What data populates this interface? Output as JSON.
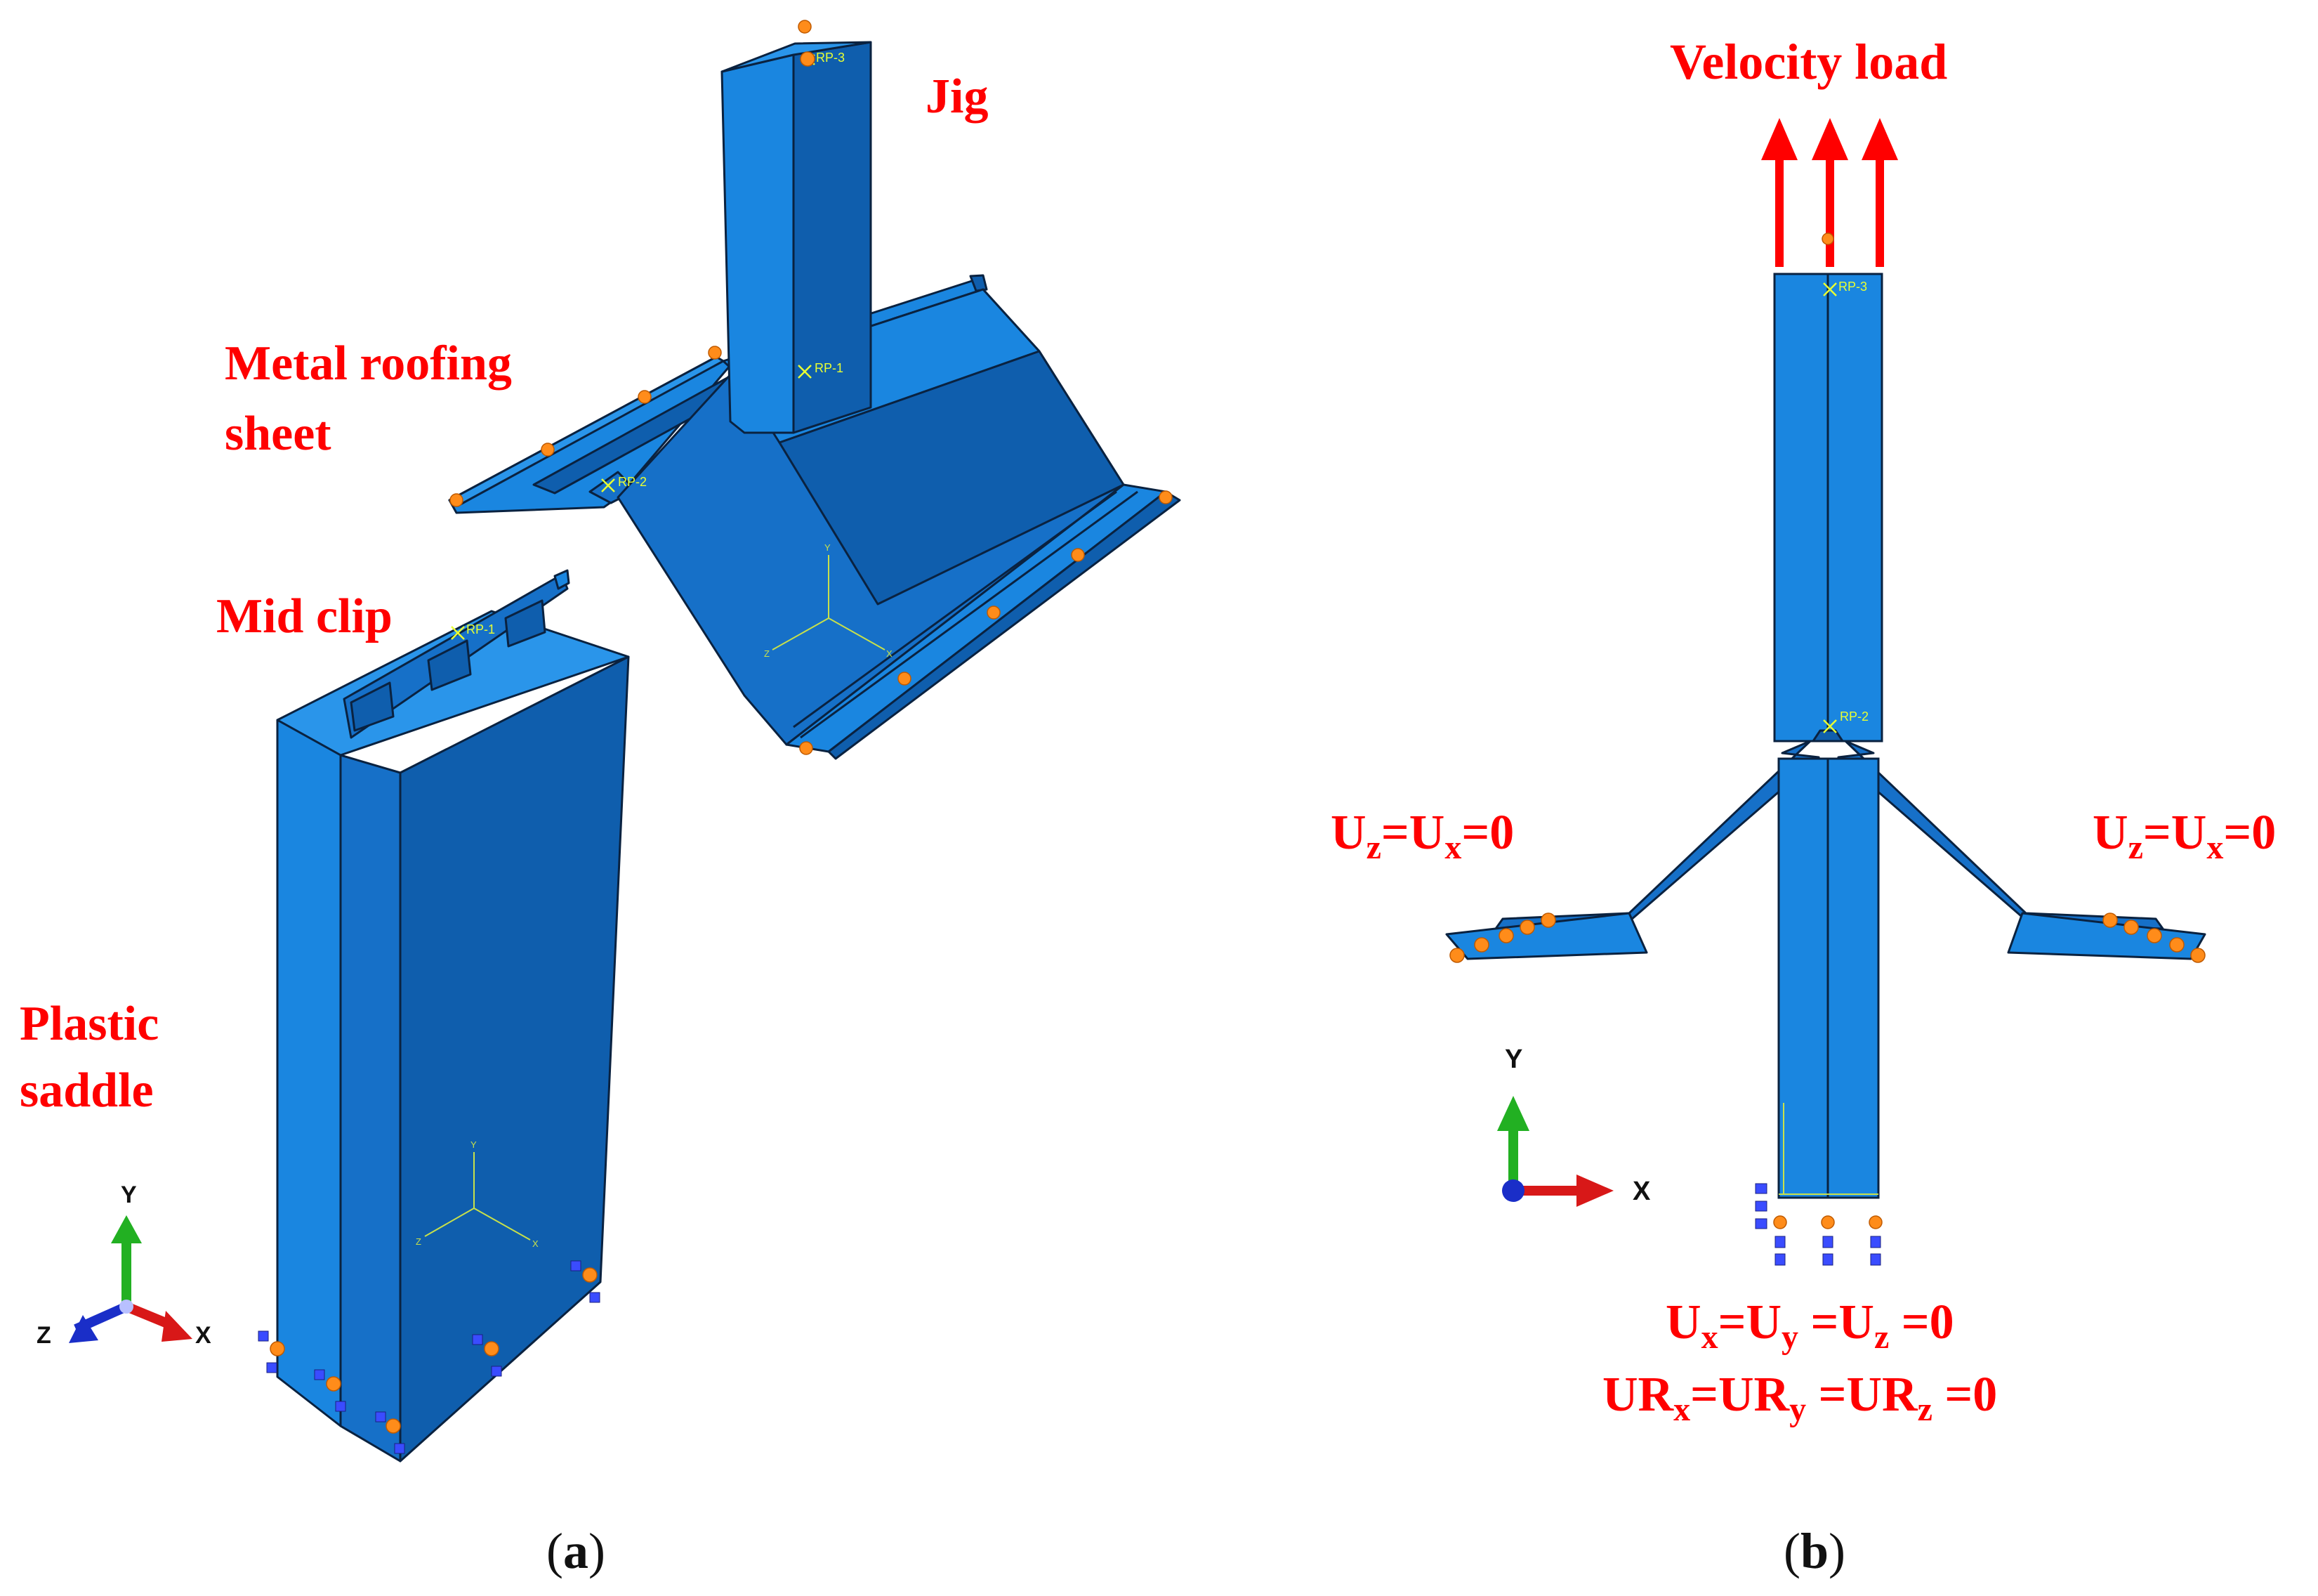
{
  "panel_a": {
    "labels": {
      "jig": "Jig",
      "roof_line1": "Metal roofing",
      "roof_line2": "sheet",
      "clip": "Mid clip",
      "saddle_line1": "Plastic",
      "saddle_line2": "saddle"
    },
    "reference_points": {
      "rp1_jig": "RP-1",
      "rp2": "RP-2",
      "rp3": "RP-3",
      "rp1_clip": "RP-1"
    },
    "triad": {
      "y": "Y",
      "z": "Z",
      "x": "X"
    },
    "caption": {
      "open": "(",
      "letter": "a",
      "close": ")"
    }
  },
  "panel_b": {
    "load_label": "Velocity load",
    "bc_left": {
      "a": "U",
      "a_sub": "z",
      "b": "=U",
      "b_sub": "x",
      "c": "=0"
    },
    "bc_right": {
      "a": "U",
      "a_sub": "z",
      "b": "=U",
      "b_sub": "x",
      "c": "=0"
    },
    "bc_bottom1": {
      "a": "U",
      "a_sub": "x",
      "b": "=U",
      "b_sub": "y",
      "c": " =U",
      "c_sub": "z",
      "d": " =0"
    },
    "bc_bottom2": {
      "a": "UR",
      "a_sub": "x",
      "b": "=UR",
      "b_sub": "y",
      "c": " =UR",
      "c_sub": "z",
      "d": " =0"
    },
    "reference_points": {
      "rp3": "RP-3",
      "rp2": "RP-2"
    },
    "triad": {
      "y": "Y",
      "x": "X"
    },
    "caption": {
      "open": "(",
      "letter": "b",
      "close": ")"
    }
  },
  "colors": {
    "part_light": "#1a86e0",
    "part_mid": "#1670c8",
    "part_dark": "#0f5ead",
    "edge": "#0a2240",
    "label": "#ff0000",
    "bc_symbol": "#ff8c1a",
    "fixed_symbol": "#3a4cff"
  }
}
